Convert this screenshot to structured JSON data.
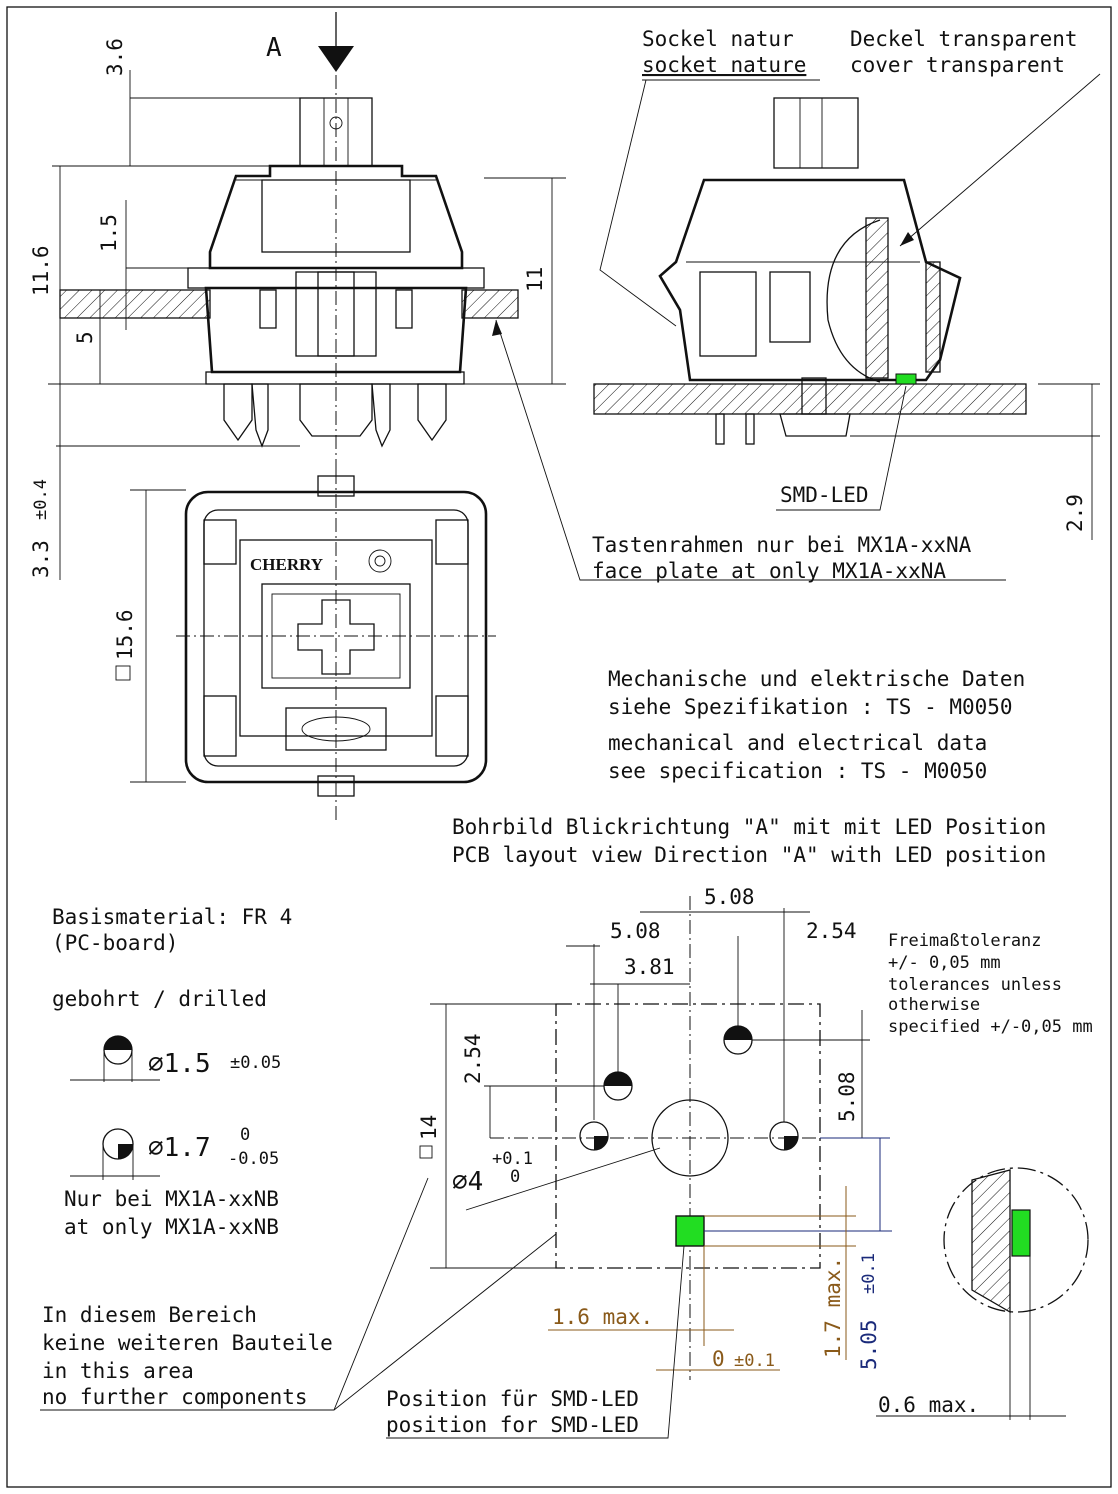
{
  "view_marker": "A",
  "labels": {
    "socket_de": "Sockel natur",
    "socket_en": "socket nature",
    "cover_de": "Deckel transparent",
    "cover_en": "cover transparent",
    "smd_led": "SMD-LED",
    "faceplate_de": "Tastenrahmen nur bei MX1A-xxNA",
    "faceplate_en": "face plate at only MX1A-xxNA",
    "mech_de_1": "Mechanische und elektrische Daten",
    "mech_de_2": "siehe Spezifikation :  TS - M0050",
    "mech_en_1": "mechanical and electrical data",
    "mech_en_2": "see specification : TS - M0050",
    "pcb_de": "Bohrbild Blickrichtung \"A\" mit mit LED Position",
    "pcb_en": "PCB layout view Direction \"A\" with LED position",
    "base_material_1": "Basismaterial: FR 4",
    "base_material_2": "(PC-board)",
    "drilled": "gebohrt / drilled",
    "only_nb_de": "Nur bei MX1A-xxNB",
    "only_nb_en": "at only MX1A-xxNB",
    "area_de_1": "In diesem Bereich",
    "area_de_2": "keine weiteren Bauteile",
    "area_en_1": "in this area",
    "area_en_2": "no further components",
    "led_pos_de": "Position für SMD-LED",
    "led_pos_en": "position for SMD-LED",
    "tol_1": "Freimaßtoleranz",
    "tol_2": "+/- 0,05 mm",
    "tol_3": "tolerances unless",
    "tol_4": "otherwise",
    "tol_5": "specified +/-0,05 mm",
    "brand": "CHERRY"
  },
  "dims": {
    "d3_6": "3.6",
    "d11_6": "11.6",
    "d1_5": "1.5",
    "d5": "5",
    "d11": "11",
    "d3_3": "3.3",
    "d3_3_tol": "±0.4",
    "d15_6": "15.6",
    "d2_9": "2.9",
    "hole1": "1.5",
    "hole1_tol": "±0.05",
    "hole2": "1.7",
    "hole2_tol_up": "0",
    "hole2_tol_dn": "-0.05",
    "p5_08_top": "5.08",
    "p5_08_left": "5.08",
    "p2_54_right": "2.54",
    "p3_81": "3.81",
    "p2_54_v": "2.54",
    "p5_08_v": "5.08",
    "p14": "14",
    "p4": "4",
    "p4_tol_up": "+0.1",
    "p4_tol_dn": "0",
    "led_1_6": "1.6",
    "led_1_6_suffix": "max.",
    "led_1_7": "1.7",
    "led_1_7_suffix": "max.",
    "led_0": "0",
    "led_0_tol": "±0.1",
    "led_5_05": "5.05",
    "led_5_05_tol": "±0.1",
    "led_0_6": "0.6",
    "led_0_6_suffix": "max."
  },
  "colors": {
    "led": "#22dd22",
    "brown_dim": "#8a5a1a",
    "navy_dim": "#1a2a7a"
  }
}
